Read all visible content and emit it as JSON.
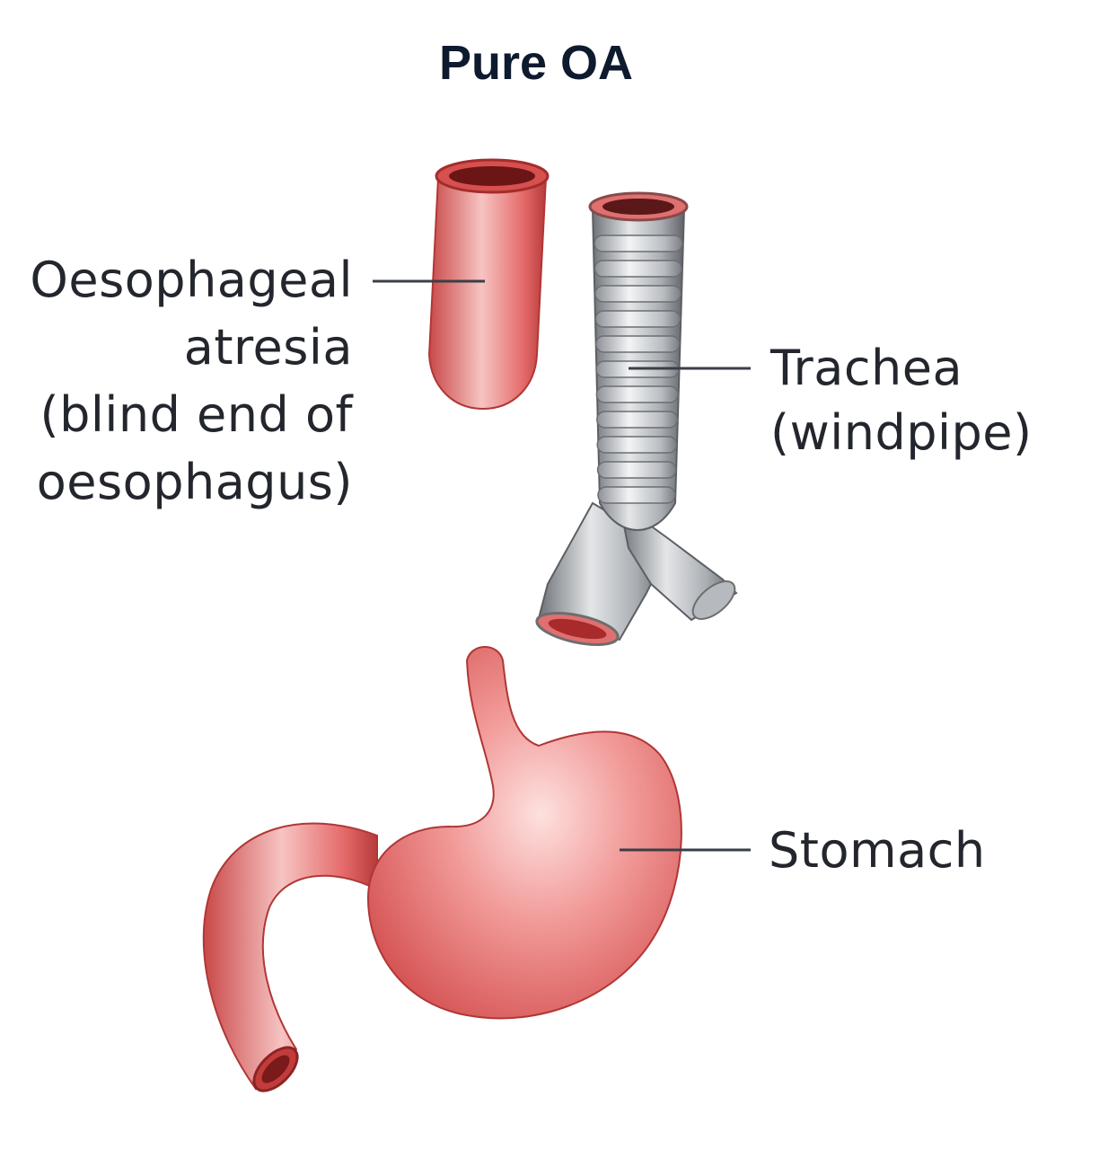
{
  "title": "Pure OA",
  "labels": {
    "oesophageal_atresia": [
      "Oesophageal",
      "atresia",
      "(blind end of",
      "oesophagus)"
    ],
    "trachea": [
      "Trachea",
      "(windpipe)"
    ],
    "stomach": [
      "Stomach"
    ]
  },
  "colors": {
    "tissue": "#e46a6a",
    "tissue_light": "#f7c2c0",
    "tissue_dark": "#b83434",
    "cartilage": "#9fa3a8",
    "cartilage_light": "#e2e4e6",
    "text": "#23262d"
  }
}
